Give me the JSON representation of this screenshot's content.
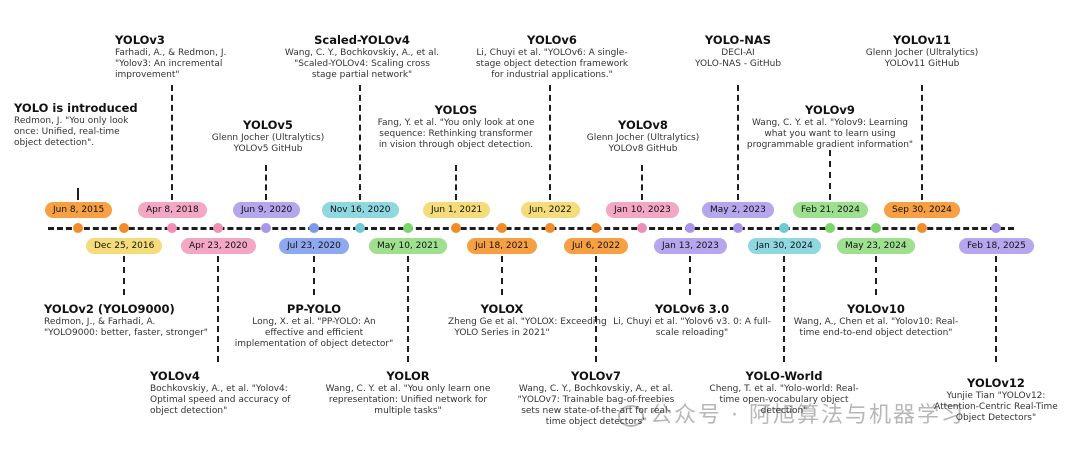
{
  "colors": {
    "orange": "#f7a043",
    "pink": "#f3a7c4",
    "purple": "#b6a6ee",
    "blue": "#8ea9f0",
    "cyan": "#8fd8e0",
    "green": "#9ee08f",
    "yellow": "#f5dc7a",
    "dot_orange": "#f28c28",
    "dot_pink": "#ef8fb6",
    "dot_purple": "#a995ec",
    "dot_blue": "#7e98ee",
    "dot_cyan": "#6fcad6",
    "dot_green": "#7cd46a"
  },
  "watermark": {
    "icon": "wechat-icon",
    "text": "公众号 · 阿旭算法与机器学习"
  },
  "events": [
    {
      "date": "Jun 8, 2015",
      "title": "YOLO is introduced",
      "desc": [
        "Redmon, J. \"You only look",
        "once: Unified, real-time",
        "object detection\"."
      ],
      "color": "orange"
    },
    {
      "date": "Dec 25, 2016",
      "title": "YOLOv2 (YOLO9000)",
      "desc": [
        "Redmon, J., & Farhadi, A.",
        "\"YOLO9000: better, faster, stronger\""
      ],
      "color": "yellow"
    },
    {
      "date": "Apr 8, 2018",
      "title": "YOLOv3",
      "desc": [
        "Farhadi, A., & Redmon, J.",
        "\"Yolov3: An incremental",
        "improvement\""
      ],
      "color": "pink"
    },
    {
      "date": "Apr 23, 2020",
      "title": "YOLOv4",
      "desc": [
        "Bochkovskiy, A., et al. \"Yolov4:",
        "Optimal speed and accuracy of",
        "object detection\""
      ],
      "color": "pink"
    },
    {
      "date": "Jun 9, 2020",
      "title": "YOLOv5",
      "desc": [
        "Glenn Jocher (Ultralytics)",
        "YOLOv5 GitHub"
      ],
      "color": "purple"
    },
    {
      "date": "Jul 23, 2020",
      "title": "PP-YOLO",
      "desc": [
        "Long, X. et al. \"PP-YOLO: An",
        "effective and efficient",
        "implementation of object detector\""
      ],
      "color": "blue"
    },
    {
      "date": "Nov 16, 2020",
      "title": "Scaled-YOLOv4",
      "desc": [
        "Wang, C. Y., Bochkovskiy, A., et al.",
        "\"Scaled-YOLOv4: Scaling cross",
        "stage partial network\""
      ],
      "color": "cyan"
    },
    {
      "date": "May 10, 2021",
      "title": "YOLOR",
      "desc": [
        "Wang, C. Y. et al. \"You only learn one",
        "representation: Unified network for",
        "multiple tasks\""
      ],
      "color": "green"
    },
    {
      "date": "Jun 1, 2021",
      "title": "YOLOS",
      "desc": [
        "Fang, Y. et al. \"You only look at one",
        "sequence: Rethinking transformer",
        "in vision through object detection."
      ],
      "color": "yellow"
    },
    {
      "date": "Jul 18, 2021",
      "title": "YOLOX",
      "desc": [
        "Zheng Ge et al. \"YOLOX: Exceeding",
        "YOLO Series in 2021\""
      ],
      "color": "orange"
    },
    {
      "date": "Jun, 2022",
      "title": "YOLOv6",
      "desc": [
        "Li, Chuyi et al. \"YOLOv6: A single-",
        "stage object detection framework",
        "for industrial applications.\""
      ],
      "color": "yellow"
    },
    {
      "date": "Jul 6, 2022",
      "title": "YOLOv7",
      "desc": [
        "Wang, C. Y., Bochkovskiy, A., et al.",
        "\"YOLOv7: Trainable bag-of-freebies",
        "sets new state-of-the-art for real-",
        "time object detectors\""
      ],
      "color": "orange"
    },
    {
      "date": "Jan 10, 2023",
      "title": "YOLOv8",
      "desc": [
        "Glenn Jocher (Ultralytics)",
        "YOLOv8 GitHub"
      ],
      "color": "pink"
    },
    {
      "date": "Jan 13, 2023",
      "title": "YOLOv6 3.0",
      "desc": [
        "Li, Chuyi et al. \"Yolov6 v3. 0: A full-",
        "scale reloading\""
      ],
      "color": "purple"
    },
    {
      "date": "May 2, 2023",
      "title": "YOLO-NAS",
      "desc": [
        "DECI-AI",
        "YOLO-NAS - GitHub"
      ],
      "color": "purple"
    },
    {
      "date": "Jan 30, 2024",
      "title": "YOLO-World",
      "desc": [
        "Cheng, T. et al. \"Yolo-world: Real-",
        "time open-vocabulary object",
        "detection\""
      ],
      "color": "cyan"
    },
    {
      "date": "Feb 21, 2024",
      "title": "YOLOv9",
      "desc": [
        "Wang, C. Y. et al. \"Yolov9: Learning",
        "what you want to learn using",
        "programmable gradient information\""
      ],
      "color": "green"
    },
    {
      "date": "May 23, 2024",
      "title": "YOLOv10",
      "desc": [
        "Wang, A., Chen et al. \"Yolov10: Real-",
        "time end-to-end object detection\""
      ],
      "color": "green"
    },
    {
      "date": "Sep 30, 2024",
      "title": "YOLOv11",
      "desc": [
        "Glenn Jocher (Ultralytics)",
        "YOLOv11 GitHub"
      ],
      "color": "orange"
    },
    {
      "date": "Feb 18, 2025",
      "title": "YOLOv12",
      "desc": [
        "Yunjie Tian \"YOLOv12:",
        "Attention-Centric Real-Time",
        "Object Detectors\""
      ],
      "color": "purple"
    }
  ]
}
